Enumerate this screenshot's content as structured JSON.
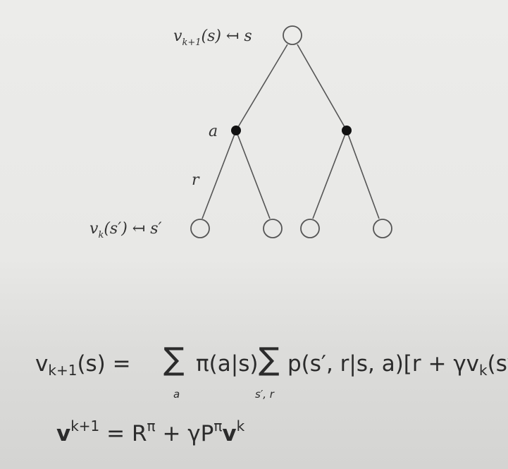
{
  "diagram": {
    "root_label_v": "v",
    "root_label_sub": "k+1",
    "root_label_rest": "(s) ↤ s",
    "action_label": "a",
    "reward_label": "r",
    "leaf_label_v": "v",
    "leaf_label_sub": "k",
    "leaf_label_rest": "(s′) ↤ s′"
  },
  "equation1": {
    "lhs_v": "v",
    "lhs_sub": "k+1",
    "lhs_rest": "(s) =",
    "sum1": "∑",
    "sum1_under": "a",
    "policy": "π(a|s)",
    "sum2": "∑",
    "sum2_under": "s′, r",
    "transition": "p(s′, r|s, a)[r + γv",
    "v_sub": "k",
    "close": "(s′)]"
  },
  "equation2": {
    "v": "v",
    "v_sup": "k+1",
    "eq": "= R",
    "r_sup": "π",
    "plus": "+ γP",
    "p_sup": "π",
    "v2": "v",
    "v2_sup": "k"
  }
}
